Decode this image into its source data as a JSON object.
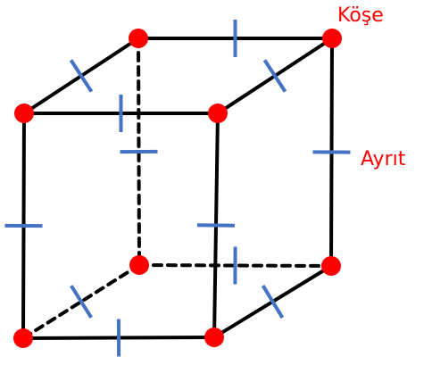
{
  "labels": {
    "vertex": "Köşe",
    "edge": "Ayrıt"
  },
  "colors": {
    "vertex": "#ff0000",
    "edge_line": "#000000",
    "edge_mark": "#4472c4",
    "label": "#ff0000",
    "background": "#ffffff"
  },
  "cube": {
    "vertices": 8,
    "edges": 12,
    "hidden_edges": 3,
    "edge_style_visible": "solid",
    "edge_style_hidden": "dashed"
  }
}
